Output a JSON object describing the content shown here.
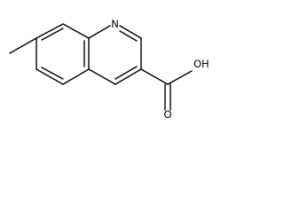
{
  "molecule": {
    "atoms": {
      "ring_nitrogen": "N",
      "carbonyl_oxygen": "O",
      "hydroxyl_group": "OH"
    }
  }
}
